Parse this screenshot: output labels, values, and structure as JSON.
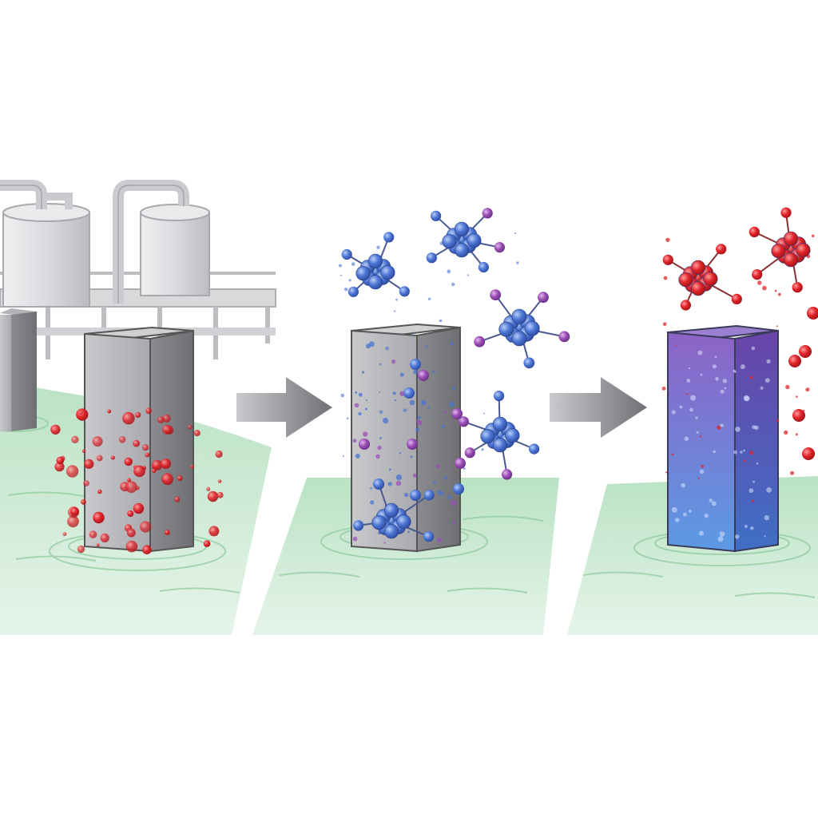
{
  "figure": {
    "stages": [
      {
        "id": "contaminated",
        "particle_color": "#d8262a",
        "block_tone": "gray"
      },
      {
        "id": "treatment",
        "particle_color": "#4a73d0",
        "accent_color": "#9a4fb8",
        "block_tone": "gray"
      },
      {
        "id": "treated",
        "particle_color": "#e0242a",
        "block_tone": "blue-violet"
      }
    ],
    "arrows": 2,
    "colors": {
      "water": "#a8d8b4",
      "concrete": "#b9babd",
      "treated_block_top": "#8b62c4",
      "treated_block_bottom": "#5a8fe0",
      "arrow": "#8d8f93",
      "tank": "#dcdde0"
    }
  }
}
